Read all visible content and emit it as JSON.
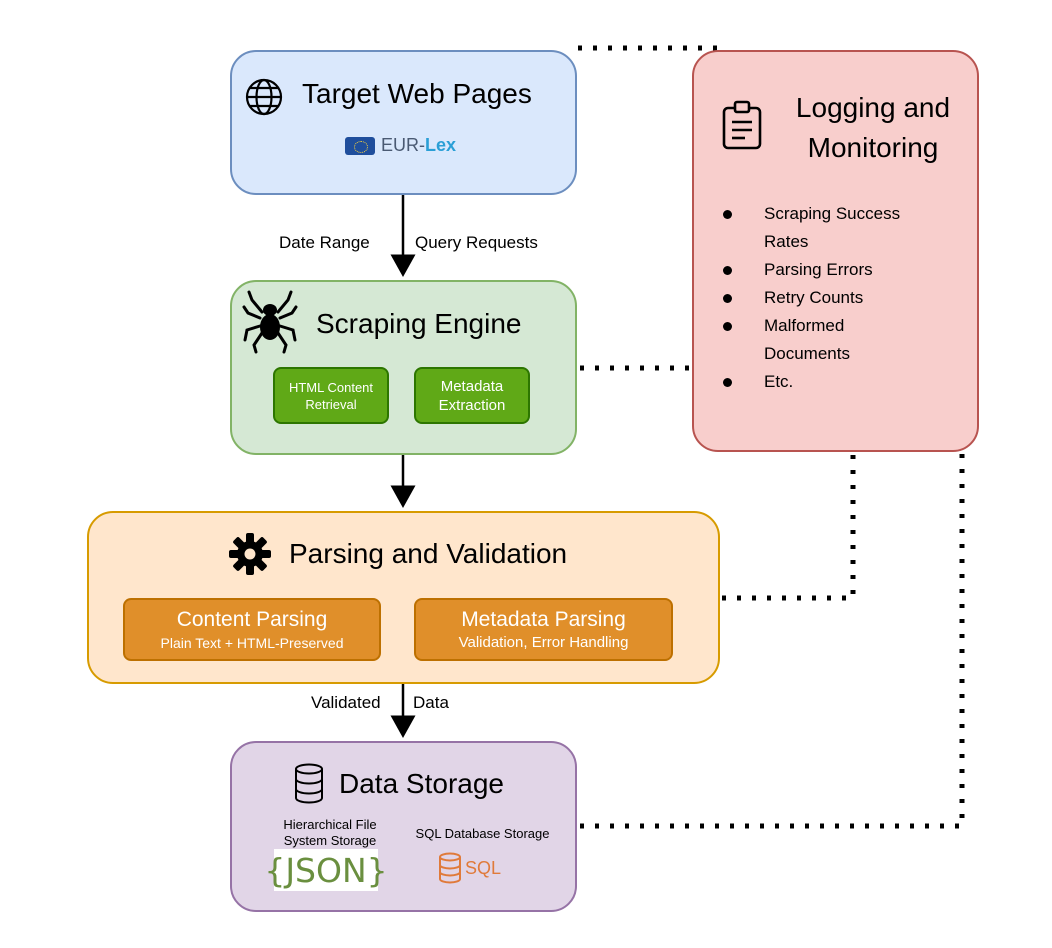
{
  "target": {
    "title": "Target Web Pages",
    "logo_text_a": "EUR-",
    "logo_text_b": "Lex",
    "colors": {
      "fill": "#dae8fc",
      "stroke": "#6c8ebf"
    }
  },
  "edge_labels": {
    "date_range": "Date Range",
    "query_requests": "Query Requests",
    "validated": "Validated",
    "data": "Data"
  },
  "scraping": {
    "title": "Scraping Engine",
    "sub1_line1": "HTML Content",
    "sub1_line2": "Retrieval",
    "sub2_line1": "Metadata",
    "sub2_line2": "Extraction",
    "colors": {
      "fill": "#d5e8d4",
      "stroke": "#82b366",
      "sub_fill": "#60a917",
      "sub_stroke": "#2d7600"
    }
  },
  "parsing": {
    "title": "Parsing and Validation",
    "sub1_title": "Content Parsing",
    "sub1_desc": "Plain Text + HTML-Preserved",
    "sub2_title": "Metadata Parsing",
    "sub2_desc": "Validation, Error Handling",
    "colors": {
      "fill": "#ffe6cc",
      "stroke": "#d79b00",
      "sub_fill": "#e08f2a",
      "sub_stroke": "#bd7000"
    }
  },
  "storage": {
    "title": "Data Storage",
    "left_label_line1": "Hierarchical File",
    "left_label_line2": "System Storage",
    "right_label": "SQL Database Storage",
    "json_logo": "{JSON}",
    "sql_logo": "SQL",
    "colors": {
      "fill": "#e1d5e7",
      "stroke": "#9673a6"
    }
  },
  "logging": {
    "title_line1": "Logging and",
    "title_line2": "Monitoring",
    "items": [
      {
        "line1": "Scraping Success",
        "line2": "Rates"
      },
      {
        "line1": "Parsing Errors",
        "line2": ""
      },
      {
        "line1": "Retry Counts",
        "line2": ""
      },
      {
        "line1": "Malformed",
        "line2": "Documents"
      },
      {
        "line1": "Etc.",
        "line2": ""
      }
    ],
    "colors": {
      "fill": "#f8cecc",
      "stroke": "#b85450"
    }
  }
}
